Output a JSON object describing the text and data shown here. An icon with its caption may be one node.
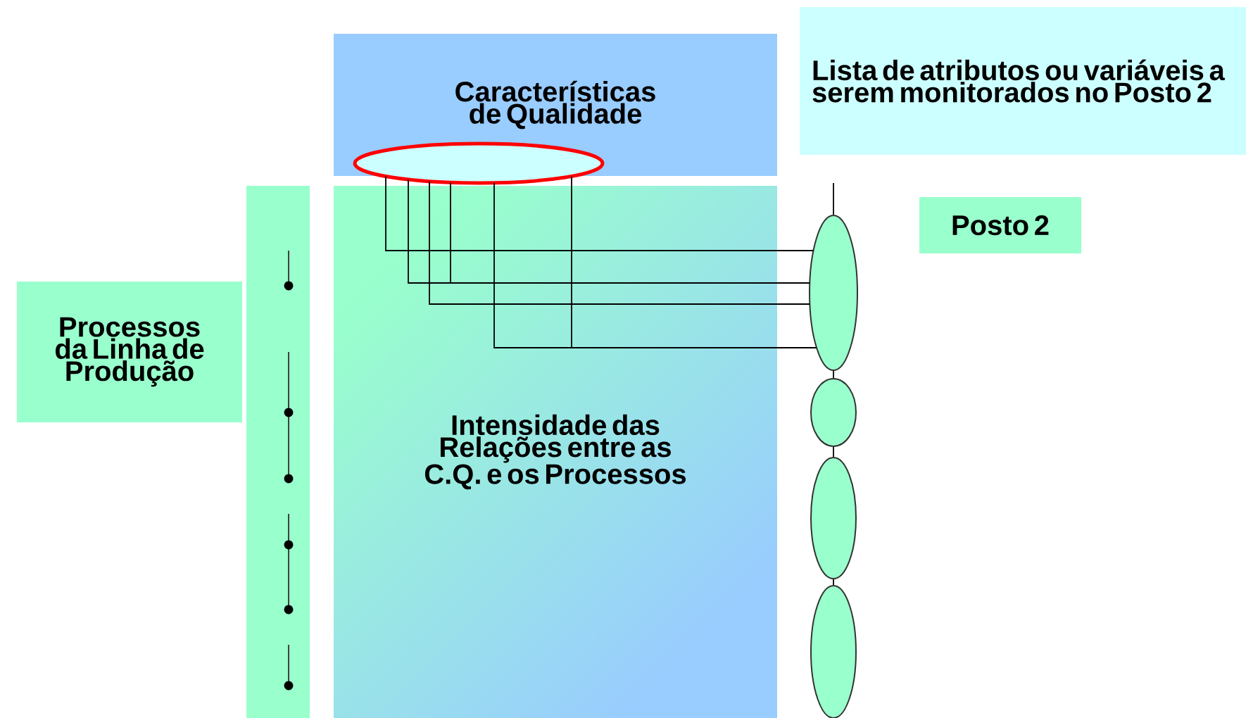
{
  "diagram": {
    "nodes": [
      {
        "text": [
          "Características de Qualidade"
        ]
      },
      {
        "text": [],
        "shape": "ellipse"
      },
      {
        "text": [
          "Intensidade das Relações entre as C.Q. e os Processos"
        ]
      },
      {
        "text": [
          "Lista de atributos ou variáveis a serem monitorados no Posto 2"
        ]
      },
      {
        "text": [
          "Posto 2"
        ]
      },
      {
        "text": [
          "Processos da Linha de Produção"
        ]
      },
      {
        "text": [],
        "shape": "ellipse"
      },
      {
        "text": [],
        "shape": "ellipse"
      },
      {
        "text": [],
        "shape": "ellipse"
      },
      {
        "text": [],
        "shape": "ellipse"
      }
    ],
    "edges": [
      {
        "from": 1,
        "to": 6,
        "arrow": "none"
      },
      {
        "from": 1,
        "to": 6,
        "arrow": "none"
      },
      {
        "from": 1,
        "to": 6,
        "arrow": "none"
      },
      {
        "from": 1,
        "to": 6,
        "arrow": "none"
      },
      {
        "from": 1,
        "to": 6,
        "arrow": "none"
      },
      {
        "from": 1,
        "to": 6,
        "arrow": "none"
      },
      {
        "from": null,
        "to": 6,
        "arrow": "none"
      },
      {
        "from": 6,
        "to": 7,
        "arrow": "none"
      },
      {
        "from": 7,
        "to": 8,
        "arrow": "none"
      },
      {
        "from": 8,
        "to": 9,
        "arrow": "none"
      }
    ]
  }
}
